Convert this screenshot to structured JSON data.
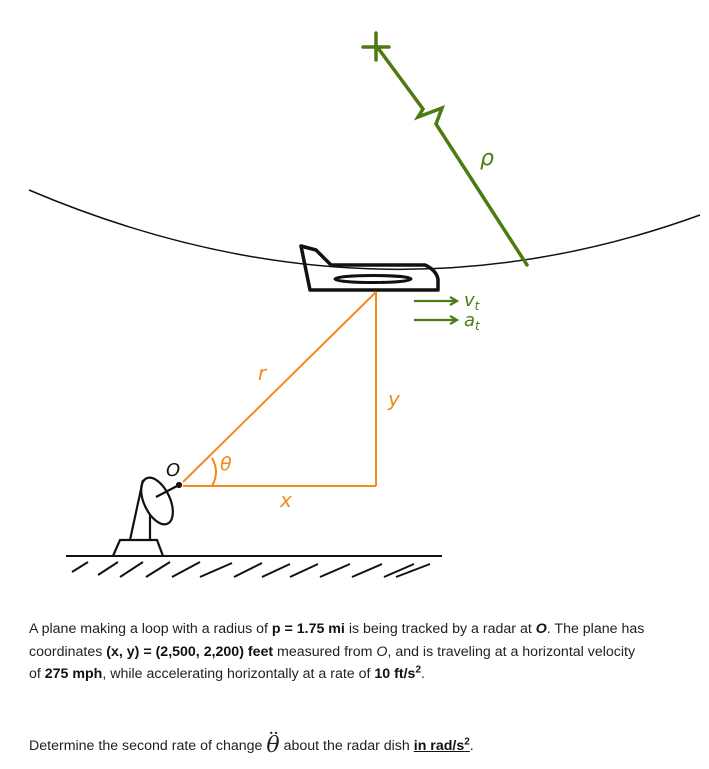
{
  "diagram": {
    "labels": {
      "rho": "ρ",
      "r": "r",
      "theta": "θ",
      "x": "x",
      "y": "y",
      "origin": "O",
      "vt": "v",
      "vt_sub": "t",
      "at": "a",
      "at_sub": "t"
    },
    "colors": {
      "green": "#4e7a12",
      "orange": "#f28a1e",
      "black": "#111111"
    }
  },
  "problem": {
    "p1": "A plane making a loop with a radius of ",
    "rho_value": "p = 1.75 mi",
    "p2": " is being tracked by a radar at ",
    "origin": "O",
    "p3": ". The plane has coordinates ",
    "coords": "(x, y) = (2,500, 2,200) feet",
    "p4": " measured from ",
    "origin2": "O",
    "p5": ", and is traveling at a horizontal velocity of ",
    "velocity": "275 mph",
    "p6": ", while accelerating horizontally at a rate of ",
    "accel": "10 ft/s",
    "accel_exp": "2",
    "p7": "."
  },
  "question": {
    "q1": "Determine the second rate of change ",
    "symbol": "θ",
    "q2": " about the radar dish ",
    "units": "in rad/s",
    "units_exp": "2",
    "q3": "."
  }
}
